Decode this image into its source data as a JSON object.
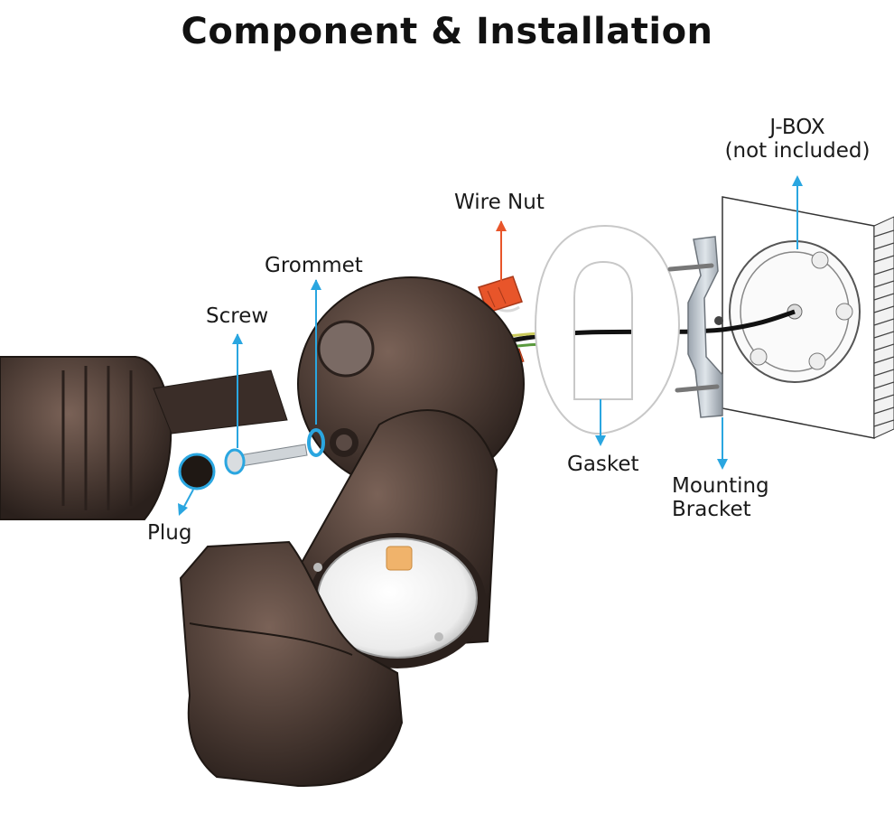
{
  "title": "Component & Installation",
  "labels": {
    "jbox_line1": "J-BOX",
    "jbox_line2": "(not included)",
    "wire_nut": "Wire Nut",
    "grommet": "Grommet",
    "screw": "Screw",
    "gasket": "Gasket",
    "mounting_line1": "Mounting",
    "mounting_line2": "Bracket",
    "plug": "Plug"
  },
  "colors": {
    "callout": "#2aa6e0",
    "wire_nut_arrow": "#e8552a",
    "fixture_body": "#4a3a33",
    "fixture_dark": "#2e2421",
    "gasket": "#ffffff",
    "bracket": "#b9c2cc",
    "wall_lines": "#444444"
  }
}
